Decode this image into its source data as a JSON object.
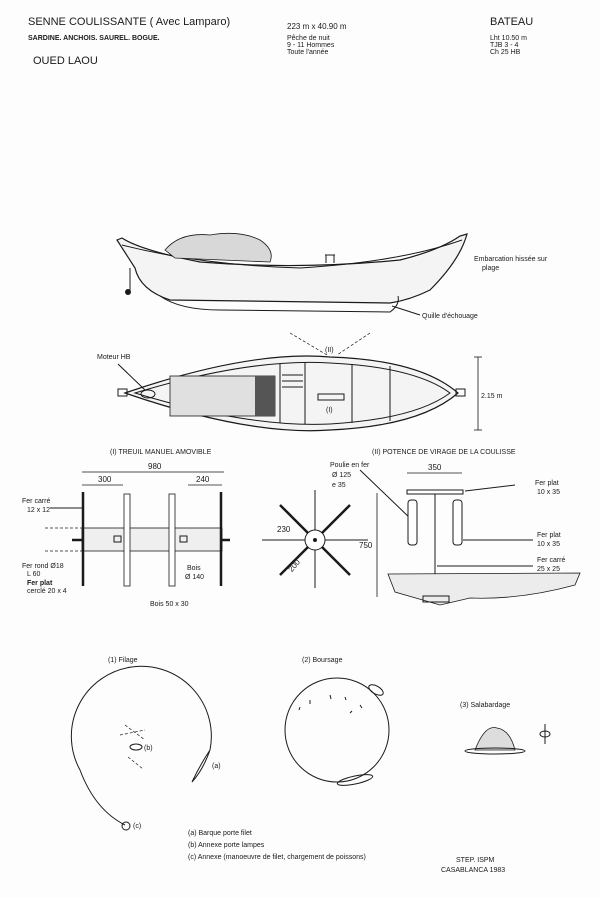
{
  "header": {
    "title": "SENNE COULISSANTE ( Avec Lamparo)",
    "species": "SARDINE. ANCHOIS. SAUREL. BOGUE.",
    "location": "OUED LAOU",
    "net_size": "223 m x 40.90 m",
    "fishing_info": [
      "Pêche de nuit",
      "9 - 11 Hommes",
      "Toute l'année"
    ],
    "boat_title": "BATEAU",
    "boat_specs": [
      "Lht 10.50 m",
      "TJB  3 - 4",
      "Ch  25 HB"
    ]
  },
  "boat_views": {
    "side_label": [
      "Embarcation hissée sur",
      "plage"
    ],
    "keel_label": "Quille d'échouage",
    "motor_label": "Moteur HB",
    "width_label": "2.15 m",
    "marker_winch": "(I)",
    "marker_davit": "(II)"
  },
  "winch": {
    "title": "(I) TREUIL MANUEL AMOVIBLE",
    "dim_total": "980",
    "dim_left": "300",
    "dim_right": "240",
    "fer_carre": [
      "Fer carré",
      "12 x 12"
    ],
    "fer_rond": [
      "Fer rond Ø18",
      "L 60"
    ],
    "fer_plat": [
      "Fer plat",
      "cerclé 20 x 4"
    ],
    "bois_diam": [
      "Bois",
      "Ø 140"
    ],
    "bois_bars": "Bois 50 x 30",
    "dim_arm": "230",
    "dim_arm2": "200"
  },
  "davit": {
    "title": "(II) POTENCE DE VIRAGE DE LA COULISSE",
    "poulie": [
      "Poulie en fer",
      "Ø 125",
      "e  35"
    ],
    "dim_width": "350",
    "dim_height": "750",
    "fer_plat_top": [
      "Fer plat",
      "10 x 35"
    ],
    "fer_plat_side": [
      "Fer plat",
      "10 x 35"
    ],
    "fer_carre": [
      "Fer carré",
      "25 x 25"
    ]
  },
  "operations": {
    "step1": "(1) Filage",
    "step2": "(2) Boursage",
    "step3": "(3) Salabardage",
    "mark_a": "(a)",
    "mark_b": "(b)",
    "mark_c": "(c)",
    "legend": [
      "(a)  Barque porte filet",
      "(b)  Annexe porte lampes",
      "(c)  Annexe (manoeuvre de filet, chargement de poissons)"
    ]
  },
  "credit": [
    "STEP. ISPM",
    "CASABLANCA  1983"
  ]
}
